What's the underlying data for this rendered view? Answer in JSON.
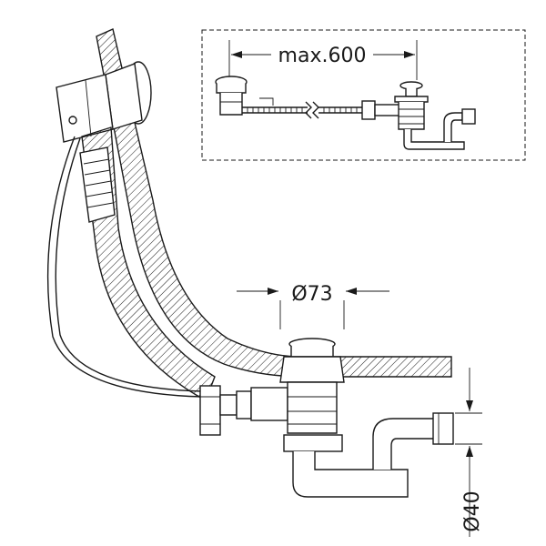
{
  "dimensions": {
    "max_length_label": "max.600",
    "overflow_diameter_label": "Ø73",
    "drain_diameter_label": "Ø40"
  },
  "colors": {
    "line": "#1a1a1a",
    "background": "#ffffff"
  }
}
